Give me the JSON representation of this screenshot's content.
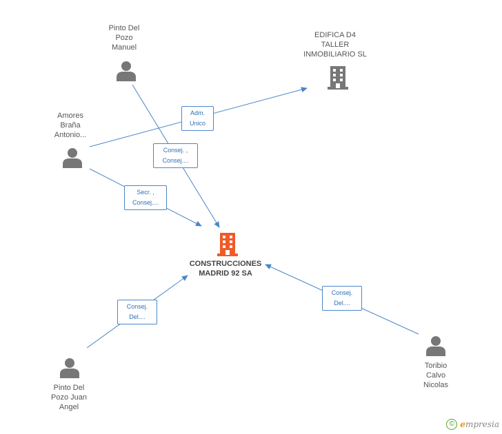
{
  "colors": {
    "edge": "#4a86c8",
    "person": "#777777",
    "company": "#777777",
    "main": "#f05a28"
  },
  "nodes": {
    "main": {
      "lines": [
        "CONSTRUCCIONES",
        "MADRID 92 SA"
      ]
    },
    "edifica": {
      "lines": [
        "EDIFICA D4",
        "TALLER",
        "INMOBILIARIO SL"
      ]
    },
    "pinto_manuel": {
      "lines": [
        "Pinto Del",
        "Pozo",
        "Manuel"
      ]
    },
    "amores": {
      "lines": [
        "Amores",
        "Braña",
        "Antonio..."
      ]
    },
    "pinto_juan": {
      "lines": [
        "Pinto Del",
        "Pozo Juan",
        "Angel"
      ]
    },
    "toribio": {
      "lines": [
        "Toribio",
        "Calvo",
        "Nicolas"
      ]
    }
  },
  "edges": {
    "adm": {
      "lines": [
        "Adm.",
        "Unico"
      ]
    },
    "consej_manuel": {
      "lines": [
        "Consej. ,",
        "Consej...."
      ]
    },
    "secr": {
      "lines": [
        "Secr. ,",
        "Consej...."
      ]
    },
    "consej_juan": {
      "lines": [
        "Consej.",
        "Del...."
      ]
    },
    "consej_toribio": {
      "lines": [
        "Consej.",
        "Del...."
      ]
    }
  },
  "brand": {
    "symbol": "©",
    "initial": "e",
    "name": "mpresia"
  }
}
